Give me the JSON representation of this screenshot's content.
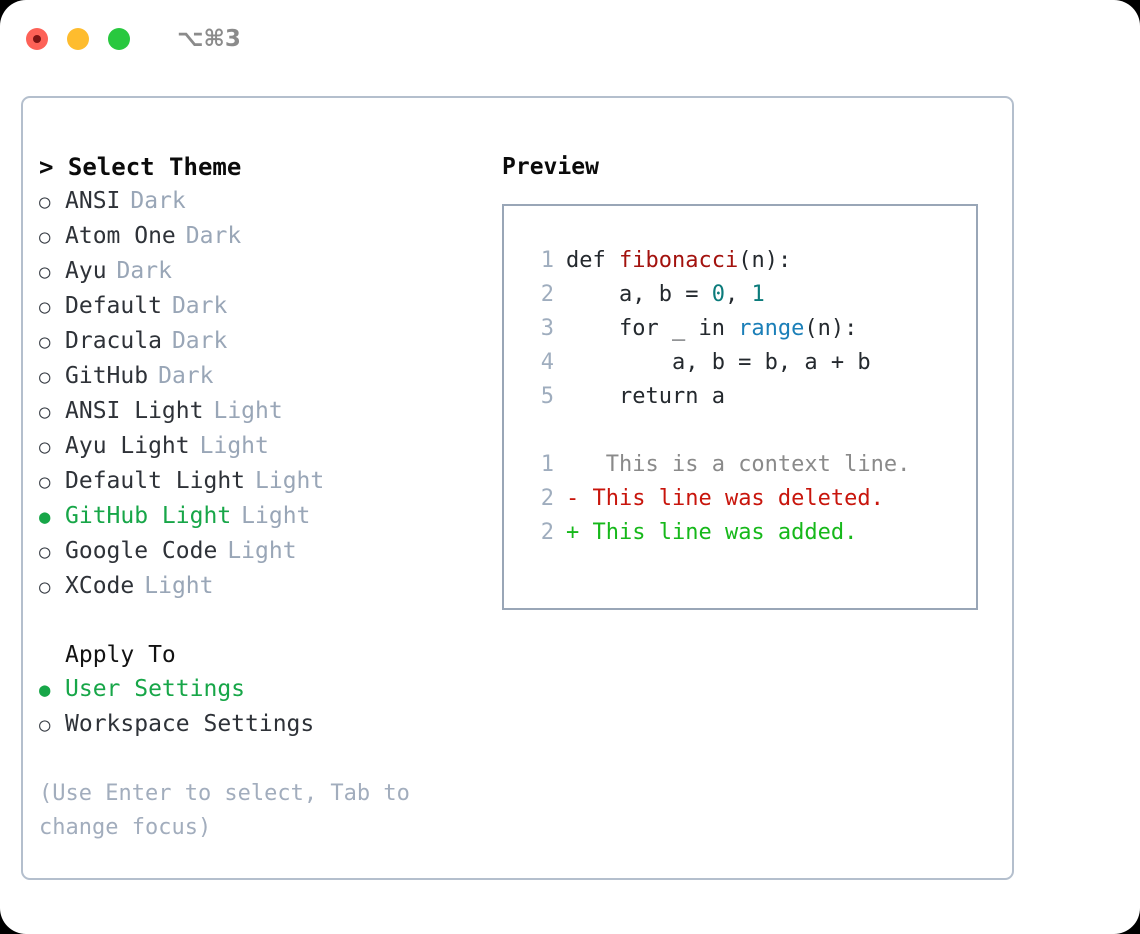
{
  "titlebar": {
    "shortcut": "⌥⌘3",
    "lights": [
      {
        "name": "close",
        "color": "#fd6157"
      },
      {
        "name": "minimize",
        "color": "#febc2e"
      },
      {
        "name": "zoom",
        "color": "#28c83f"
      }
    ]
  },
  "colors": {
    "accent_green": "#17a648",
    "muted": "#99a6b7",
    "text": "#2e3238",
    "border": "#b4bfcd",
    "diff_add": "#16b81a",
    "diff_del": "#c8150c",
    "diff_ctx": "#8a8a8a"
  },
  "left": {
    "section_title": "> Select Theme",
    "themes": [
      {
        "bullet": "○",
        "label": "ANSI",
        "tag": "Dark",
        "selected": false
      },
      {
        "bullet": "○",
        "label": "Atom One",
        "tag": "Dark",
        "selected": false
      },
      {
        "bullet": "○",
        "label": "Ayu",
        "tag": "Dark",
        "selected": false
      },
      {
        "bullet": "○",
        "label": "Default",
        "tag": "Dark",
        "selected": false
      },
      {
        "bullet": "○",
        "label": "Dracula",
        "tag": "Dark",
        "selected": false
      },
      {
        "bullet": "○",
        "label": "GitHub",
        "tag": "Dark",
        "selected": false
      },
      {
        "bullet": "○",
        "label": "ANSI Light",
        "tag": "Light",
        "selected": false
      },
      {
        "bullet": "○",
        "label": "Ayu Light",
        "tag": "Light",
        "selected": false
      },
      {
        "bullet": "○",
        "label": "Default Light",
        "tag": "Light",
        "selected": false
      },
      {
        "bullet": "●",
        "label": "GitHub Light",
        "tag": "Light",
        "selected": true
      },
      {
        "bullet": "○",
        "label": "Google Code",
        "tag": "Light",
        "selected": false
      },
      {
        "bullet": "○",
        "label": "XCode",
        "tag": "Light",
        "selected": false
      }
    ],
    "apply_to": {
      "header": "Apply To",
      "options": [
        {
          "bullet": "●",
          "label": "User Settings",
          "selected": true
        },
        {
          "bullet": "○",
          "label": "Workspace Settings",
          "selected": false
        }
      ]
    },
    "hint": "(Use Enter to select, Tab to change focus)"
  },
  "right": {
    "preview_title": "Preview",
    "code_lines": [
      {
        "num": "1",
        "segments": [
          {
            "text": "def ",
            "kind": "plain"
          },
          {
            "text": "fibonacci",
            "kind": "func"
          },
          {
            "text": "(n):",
            "kind": "plain"
          }
        ]
      },
      {
        "num": "2",
        "segments": [
          {
            "text": "    a, b = ",
            "kind": "plain"
          },
          {
            "text": "0",
            "kind": "num"
          },
          {
            "text": ", ",
            "kind": "plain"
          },
          {
            "text": "1",
            "kind": "num"
          }
        ]
      },
      {
        "num": "3",
        "segments": [
          {
            "text": "    for _ in ",
            "kind": "plain"
          },
          {
            "text": "range",
            "kind": "call"
          },
          {
            "text": "(n):",
            "kind": "plain"
          }
        ]
      },
      {
        "num": "4",
        "segments": [
          {
            "text": "        a, b = b, a + b",
            "kind": "plain"
          }
        ]
      },
      {
        "num": "5",
        "segments": [
          {
            "text": "    return a",
            "kind": "plain"
          }
        ]
      }
    ],
    "diff_lines": [
      {
        "num": "1",
        "marker": " ",
        "text": "  This is a context line.",
        "kind": "ctx"
      },
      {
        "num": "2",
        "marker": "-",
        "text": " This line was deleted.",
        "kind": "del"
      },
      {
        "num": "2",
        "marker": "+",
        "text": " This line was added.",
        "kind": "add"
      }
    ]
  }
}
